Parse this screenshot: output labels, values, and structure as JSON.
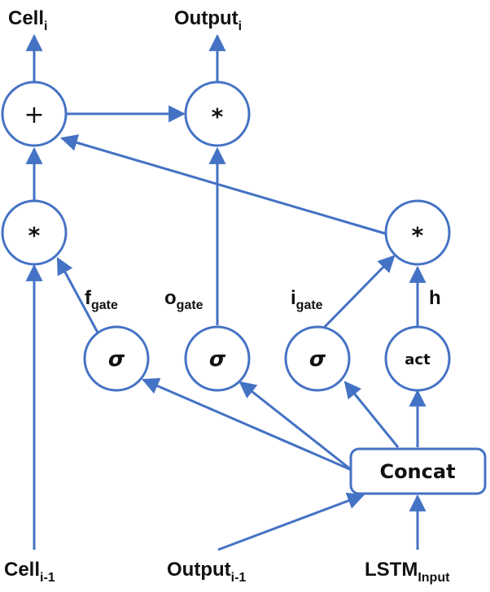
{
  "colors": {
    "line": "#4472C4",
    "text": "#111111",
    "background": "#ffffff"
  },
  "labels": {
    "cell_out": {
      "main": "Cell",
      "sub": "i"
    },
    "output_out": {
      "main": "Output",
      "sub": "i"
    },
    "cell_in": {
      "main": "Cell",
      "sub": "i-1"
    },
    "output_in": {
      "main": "Output",
      "sub": "i-1"
    },
    "lstm_in": {
      "main": "LSTM",
      "sub": "Input"
    },
    "f_gate": {
      "main": "f",
      "sub": "gate"
    },
    "o_gate": {
      "main": "o",
      "sub": "gate"
    },
    "i_gate": {
      "main": "i",
      "sub": "gate"
    },
    "h": {
      "main": "h"
    }
  },
  "nodes": {
    "plus": "+",
    "mult_cell": "*",
    "mult_output": "*",
    "mult_input": "*",
    "sigma_f": "σ",
    "sigma_o": "σ",
    "sigma_i": "σ",
    "act": "act",
    "concat": "Concat"
  }
}
